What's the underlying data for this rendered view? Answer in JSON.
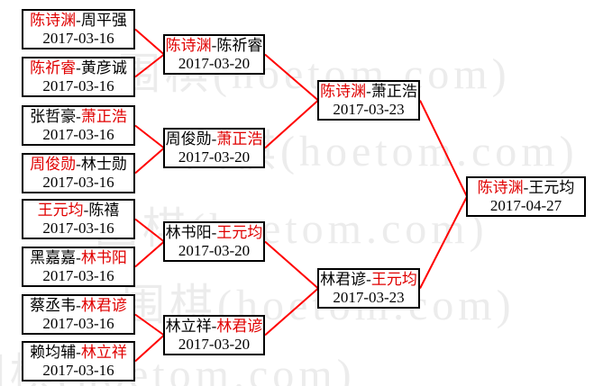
{
  "watermark": {
    "text": "围棋(hoetom.com)",
    "color": "#ececec"
  },
  "colors": {
    "winner_text": "#e00000",
    "connector_line": "#ff0000",
    "box_border": "#000000",
    "background": "#ffffff"
  },
  "separator": "-",
  "bracket": {
    "rounds": [
      {
        "name": "round-1",
        "matches": [
          {
            "p1": "陈诗渊",
            "p2": "周平强",
            "winner": "p1",
            "date": "2017-03-16"
          },
          {
            "p1": "陈祈睿",
            "p2": "黄彦诚",
            "winner": "p1",
            "date": "2017-03-16"
          },
          {
            "p1": "张哲豪",
            "p2": "萧正浩",
            "winner": "p2",
            "date": "2017-03-16"
          },
          {
            "p1": "周俊勋",
            "p2": "林士勋",
            "winner": "p1",
            "date": "2017-03-16"
          },
          {
            "p1": "王元均",
            "p2": "陈禧",
            "winner": "p1",
            "date": "2017-03-16"
          },
          {
            "p1": "黑嘉嘉",
            "p2": "林书阳",
            "winner": "p2",
            "date": "2017-03-16"
          },
          {
            "p1": "蔡丞韦",
            "p2": "林君谚",
            "winner": "p2",
            "date": "2017-03-16"
          },
          {
            "p1": "赖均辅",
            "p2": "林立祥",
            "winner": "p2",
            "date": "2017-03-16"
          }
        ]
      },
      {
        "name": "round-2",
        "matches": [
          {
            "p1": "陈诗渊",
            "p2": "陈祈睿",
            "winner": "p1",
            "date": "2017-03-20"
          },
          {
            "p1": "周俊勋",
            "p2": "萧正浩",
            "winner": "p2",
            "date": "2017-03-20"
          },
          {
            "p1": "林书阳",
            "p2": "王元均",
            "winner": "p2",
            "date": "2017-03-20"
          },
          {
            "p1": "林立祥",
            "p2": "林君谚",
            "winner": "p2",
            "date": "2017-03-20"
          }
        ]
      },
      {
        "name": "semifinal",
        "matches": [
          {
            "p1": "陈诗渊",
            "p2": "萧正浩",
            "winner": "p1",
            "date": "2017-03-23"
          },
          {
            "p1": "林君谚",
            "p2": "王元均",
            "winner": "p2",
            "date": "2017-03-23"
          }
        ]
      },
      {
        "name": "final",
        "matches": [
          {
            "p1": "陈诗渊",
            "p2": "王元均",
            "winner": "p1",
            "date": "2017-04-27"
          }
        ]
      }
    ]
  }
}
